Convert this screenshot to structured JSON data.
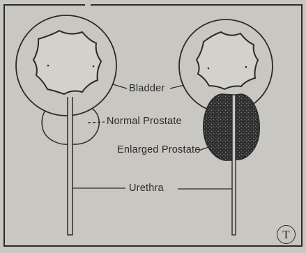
{
  "diagram": {
    "labels": {
      "bladder": "Bladder",
      "normal_prostate": "Normal Prostate",
      "enlarged_prostate": "Enlarged Prostate",
      "urethra": "Urethra"
    },
    "logo_text": "T",
    "colors": {
      "background": "#c9c7c1",
      "ink": "#2a2a2a",
      "enlarged_prostate_fill": "#3a3a3a"
    },
    "figures": [
      "normal",
      "enlarged"
    ]
  }
}
